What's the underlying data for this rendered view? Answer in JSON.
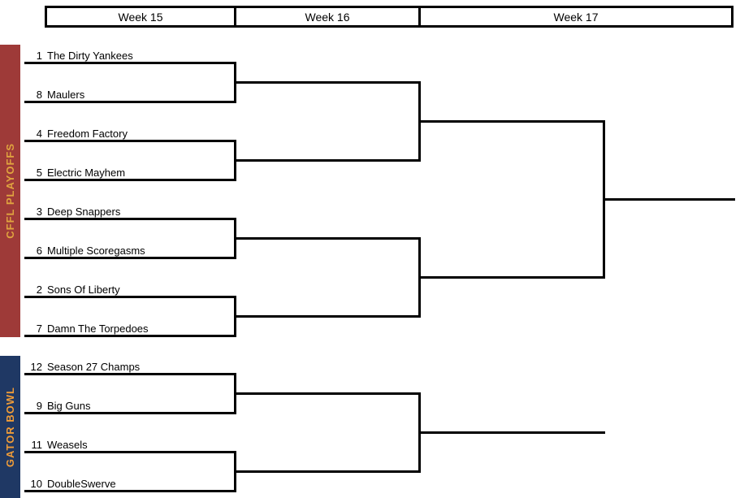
{
  "header": {
    "columns": [
      {
        "label": "Week 15"
      },
      {
        "label": "Week 16"
      },
      {
        "label": "Week 17"
      }
    ]
  },
  "sections": {
    "cffl": {
      "label": "CFFL PLAYOFFS",
      "bg_color": "#9E3A38",
      "text_color": "#E0A43F"
    },
    "gator": {
      "label": "GATOR BOWL",
      "bg_color": "#1F3864",
      "text_color": "#F09C38"
    }
  },
  "bracket": {
    "cffl_teams": [
      {
        "seed": "1",
        "name": "The Dirty Yankees"
      },
      {
        "seed": "8",
        "name": "Maulers"
      },
      {
        "seed": "4",
        "name": "Freedom Factory"
      },
      {
        "seed": "5",
        "name": "Electric Mayhem"
      },
      {
        "seed": "3",
        "name": "Deep Snappers"
      },
      {
        "seed": "6",
        "name": "Multiple Scoregasms"
      },
      {
        "seed": "2",
        "name": "Sons Of Liberty"
      },
      {
        "seed": "7",
        "name": "Damn The Torpedoes"
      }
    ],
    "gator_teams": [
      {
        "seed": "12",
        "name": "Season 27 Champs"
      },
      {
        "seed": "9",
        "name": "Big Guns"
      },
      {
        "seed": "11",
        "name": "Weasels"
      },
      {
        "seed": "10",
        "name": "DoubleSwerve"
      }
    ]
  },
  "colors": {
    "line": "#000000",
    "background": "#FFFFFF",
    "text": "#000000"
  }
}
